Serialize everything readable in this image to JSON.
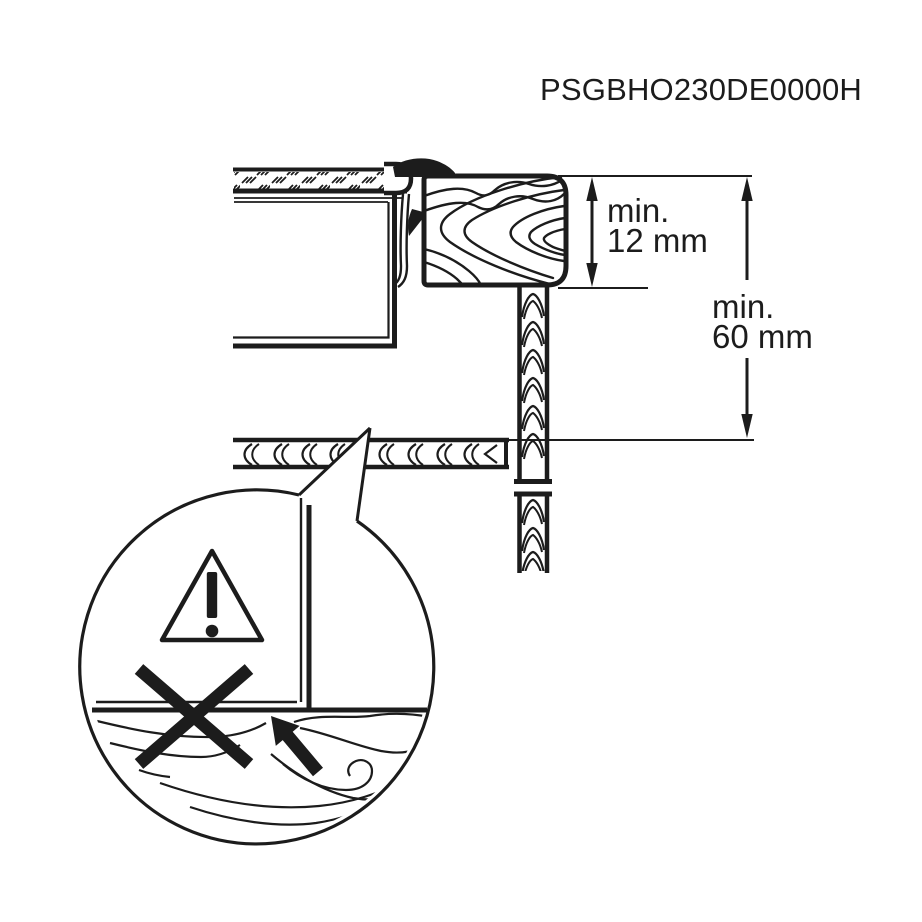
{
  "colors": {
    "background": "#ffffff",
    "line": "#1c1c1c"
  },
  "header": {
    "part_number": "PSGBHO230DE0000H"
  },
  "dimensions": {
    "worktop_thickness": {
      "prefix": "min.",
      "value": "12 mm"
    },
    "clearance": {
      "prefix": "min.",
      "value": "60 mm"
    }
  },
  "icons": {
    "warning": "warning-triangle-icon",
    "prohibition": "prohibition-x-icon",
    "pointer": "pointer-arrow-icon"
  }
}
